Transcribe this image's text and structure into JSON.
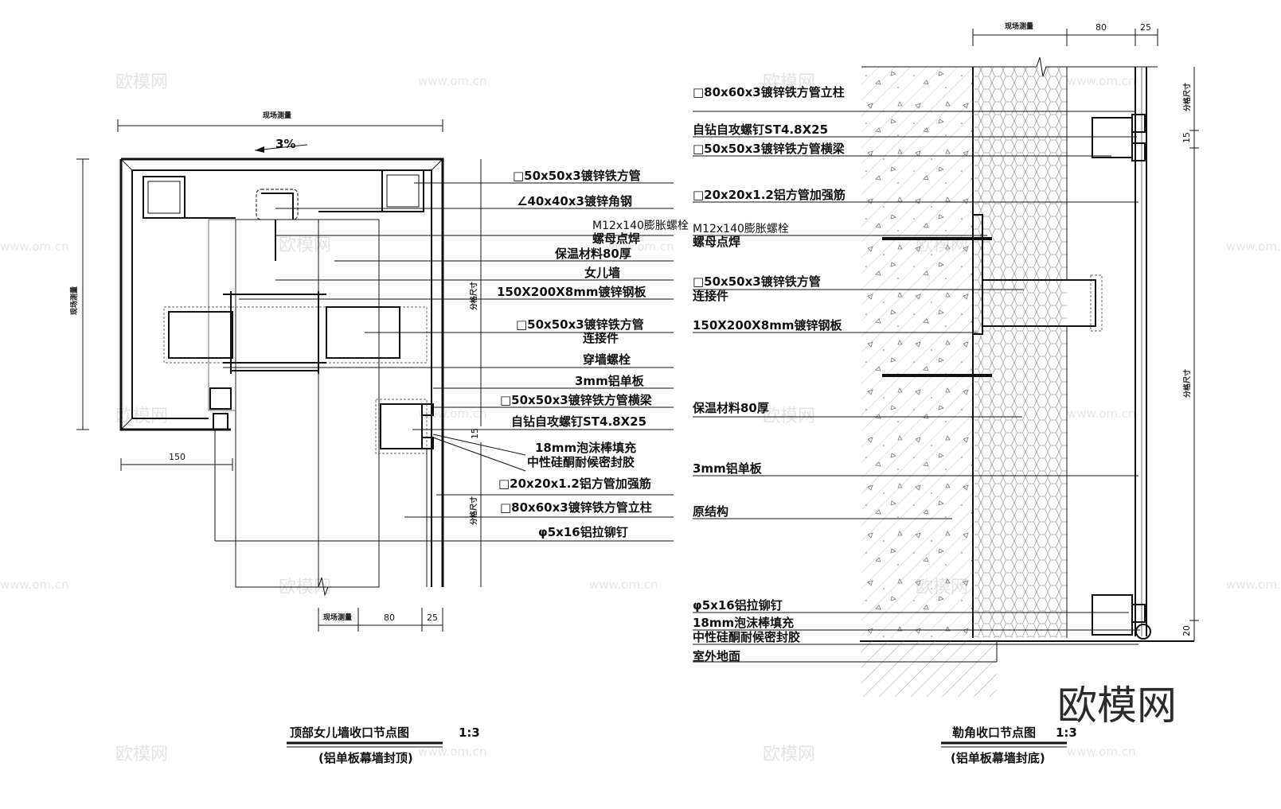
{
  "watermarks": {
    "brand_text": "欧模网",
    "url_text": "www.om.cn",
    "corner_logo": "欧模网"
  },
  "left_detail": {
    "title": "顶部女儿墙收口节点图",
    "scale": "1:3",
    "subtitle": "(铝单板幕墙封顶)",
    "slope": "3%",
    "dim_top": "现场测量",
    "dim_left": "现场测量",
    "dim_bottom_field": "现场测量",
    "dim_150": "150",
    "dim_80": "80",
    "dim_25": "25",
    "dim_15": "15",
    "dim_partition_1": "分格尺寸",
    "dim_partition_2": "分格尺寸",
    "labels": [
      "□50x50x3镀锌铁方管",
      "∠40x40x3镀锌角钢",
      "M12x140膨胀螺栓",
      "螺母点焊",
      "保温材料80厚",
      "女儿墙",
      "150X200X8mm镀锌钢板",
      "□50x50x3镀锌铁方管",
      "连接件",
      "穿墙螺栓",
      "3mm铝单板",
      "□50x50x3镀锌铁方管横梁",
      "自钻自攻螺钉ST4.8X25",
      "18mm泡沫棒填充",
      "中性硅酮耐候密封胶",
      "□20x20x1.2铝方管加强筋",
      "□80x60x3镀锌铁方管立柱",
      "φ5x16铝拉铆钉"
    ]
  },
  "right_detail": {
    "title": "勒角收口节点图",
    "scale": "1:3",
    "subtitle": "(铝单板幕墙封底)",
    "dim_field": "现场测量",
    "dim_80": "80",
    "dim_25": "25",
    "dim_15": "15",
    "dim_20": "20",
    "dim_partition_1": "分格尺寸",
    "dim_partition_2": "分格尺寸",
    "labels": [
      "□80x60x3镀锌铁方管立柱",
      "自钻自攻螺钉ST4.8X25",
      "□50x50x3镀锌铁方管横梁",
      "□20x20x1.2铝方管加强筋",
      "M12x140膨胀螺栓",
      "螺母点焊",
      "□50x50x3镀锌铁方管",
      "连接件",
      "150X200X8mm镀锌钢板",
      "保温材料80厚",
      "3mm铝单板",
      "原结构",
      "φ5x16铝拉铆钉",
      "18mm泡沫棒填充",
      "中性硅酮耐候密封胶",
      "室外地面"
    ]
  }
}
